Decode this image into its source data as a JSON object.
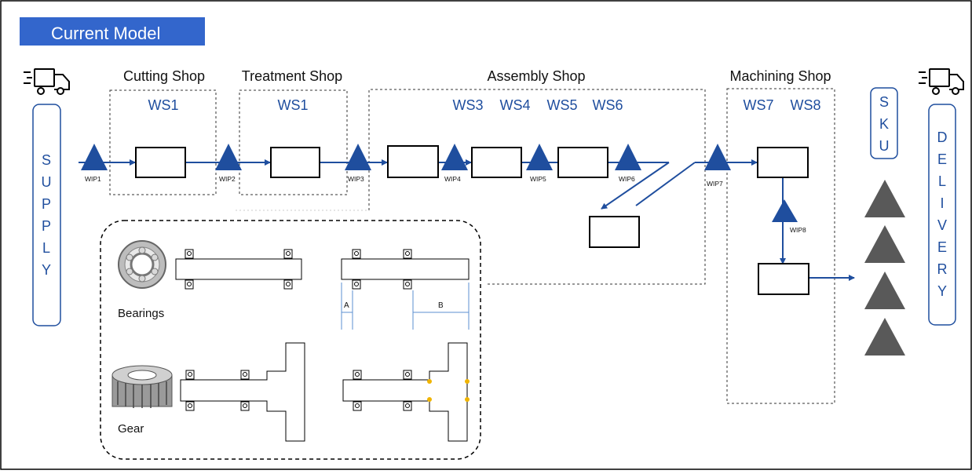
{
  "title": "Current Model",
  "shops": {
    "cutting": "Cutting Shop",
    "treatment": "Treatment Shop",
    "assembly": "Assembly Shop",
    "machining": "Machining Shop"
  },
  "workstations": {
    "cutting": "WS1",
    "treatment": "WS1",
    "assembly": [
      "WS3",
      "WS4",
      "WS5",
      "WS6"
    ],
    "machining": [
      "WS7",
      "WS8"
    ]
  },
  "wip": [
    "WIP1",
    "WIP2",
    "WIP3",
    "WIP4",
    "WIP5",
    "WIP6",
    "WIP7",
    "WIP8"
  ],
  "side_labels": {
    "supply": [
      "S",
      "U",
      "P",
      "P",
      "L",
      "Y"
    ],
    "sku": [
      "S",
      "K",
      "U"
    ],
    "delivery": [
      "D",
      "E",
      "L",
      "I",
      "V",
      "E",
      "R",
      "Y"
    ]
  },
  "parts": {
    "bearings": "Bearings",
    "gear": "Gear",
    "dim_a": "A",
    "dim_b": "B"
  },
  "colors": {
    "accent": "#1f4e9e",
    "title_bg": "#3366cc",
    "sku_triangle": "#595959"
  },
  "icons": [
    "truck-icon"
  ]
}
